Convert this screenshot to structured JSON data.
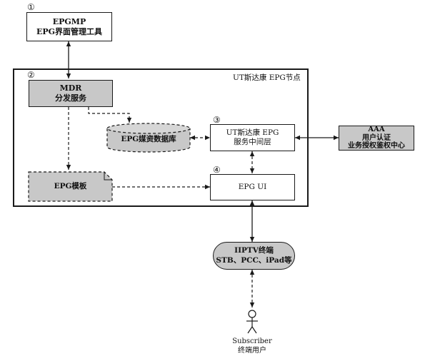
{
  "epgmp": {
    "num": "①",
    "line1": "EPGMP",
    "line2": "EPG界面管理工具"
  },
  "node_area": {
    "num": "②",
    "title": "UT斯达康 EPG节点"
  },
  "mdr": {
    "line1": "MDR",
    "line2": "分发服务"
  },
  "media_db": {
    "label": "EPG媒资数据库"
  },
  "middleware": {
    "num": "③",
    "line1": "UT斯达康 EPG",
    "line2": "服务中间层"
  },
  "aaa": {
    "line1": "AAA",
    "line2": "用户认证",
    "line3": "业务授权鉴权中心"
  },
  "template": {
    "label": "EPG模板"
  },
  "epg_ui": {
    "num": "④",
    "label": "EPG UI"
  },
  "terminal": {
    "line1": "IIPTV终端",
    "line2": "STB、PCC、iPad等"
  },
  "subscriber": {
    "line1": "Subscriber",
    "line2": "终端用户"
  },
  "colors": {
    "stroke": "#1a1a1a",
    "shaded_fill": "#c8c8c8",
    "shaded_fill_light": "#d6d6d6"
  }
}
